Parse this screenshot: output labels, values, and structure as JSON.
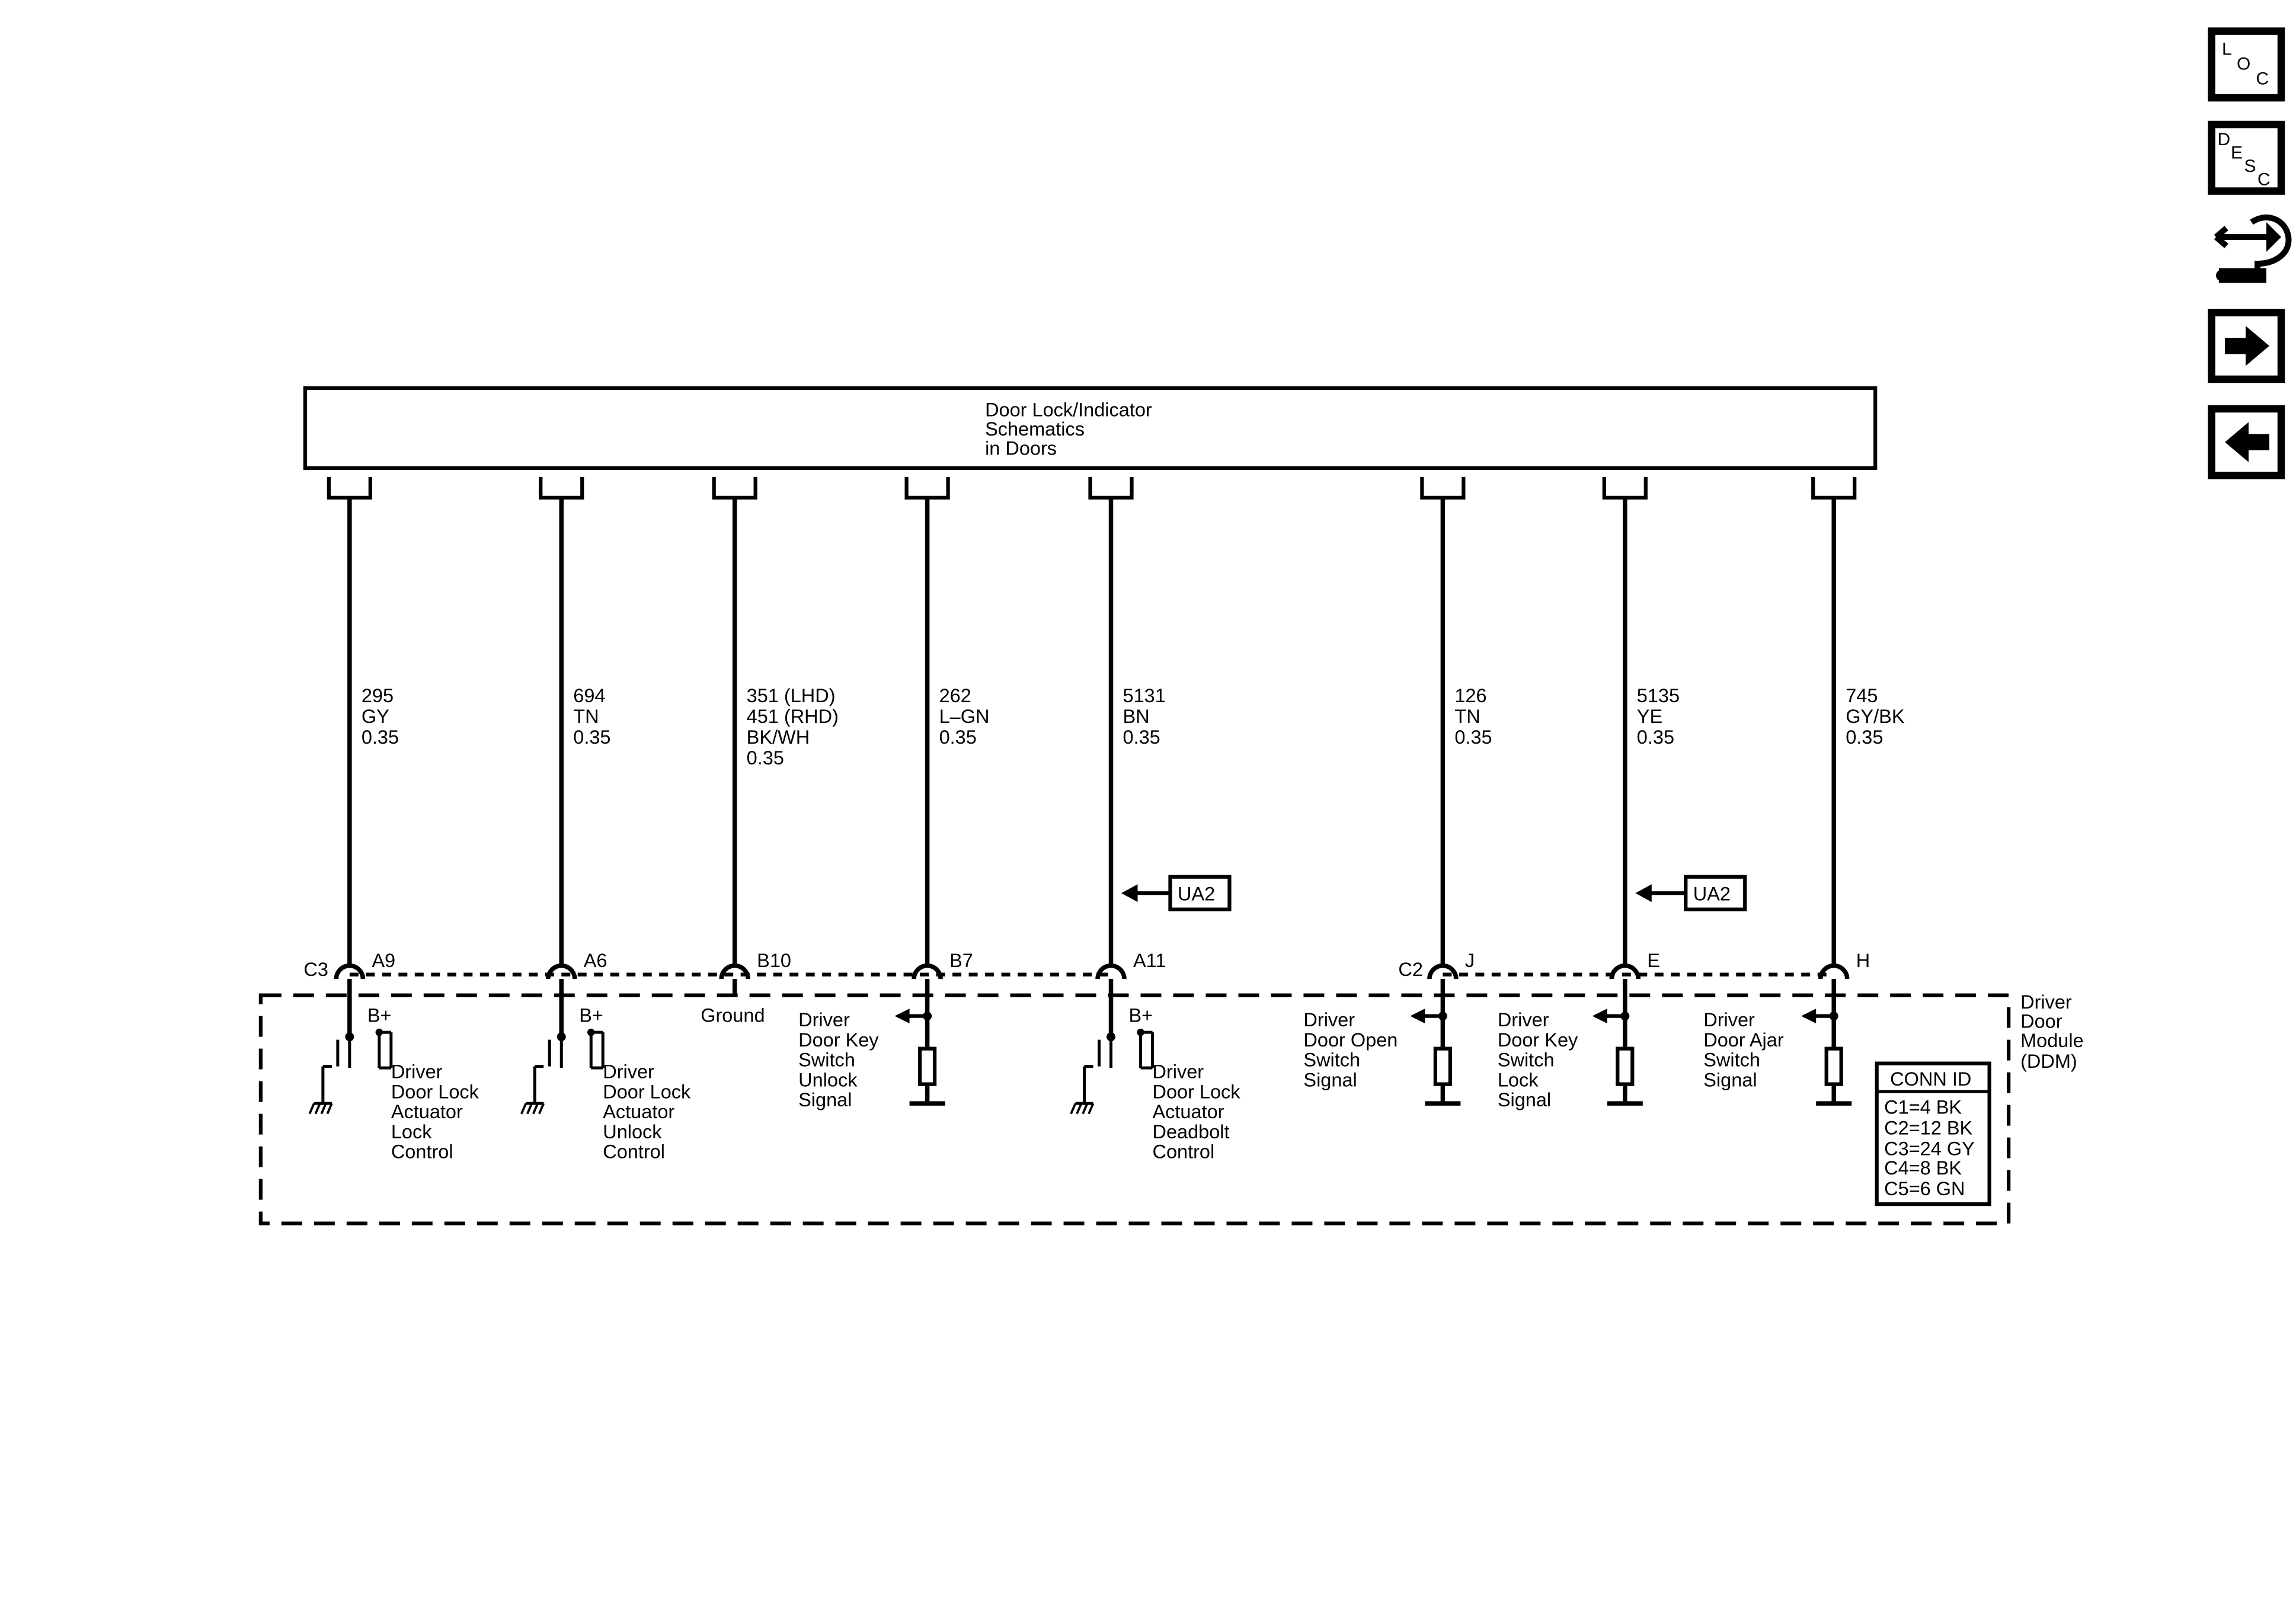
{
  "header_box": {
    "lines": [
      "Door Lock/Indicator",
      "Schematics",
      "in Doors"
    ]
  },
  "wires": [
    {
      "circuit": "295",
      "color": "GY",
      "gauge": "0.35",
      "pin": "A9"
    },
    {
      "circuit": "694",
      "color": "TN",
      "gauge": "0.35",
      "pin": "A6"
    },
    {
      "circuit": "351 (LHD)",
      "circuit_alt": "451 (RHD)",
      "color": "BK/WH",
      "gauge": "0.35",
      "pin": "B10"
    },
    {
      "circuit": "262",
      "color": "L–GN",
      "gauge": "0.35",
      "pin": "B7"
    },
    {
      "circuit": "5131",
      "color": "BN",
      "gauge": "0.35",
      "pin": "A11"
    },
    {
      "circuit": "126",
      "color": "TN",
      "gauge": "0.35",
      "pin": "J"
    },
    {
      "circuit": "5135",
      "color": "YE",
      "gauge": "0.35",
      "pin": "E"
    },
    {
      "circuit": "745",
      "color": "GY/BK",
      "gauge": "0.35",
      "pin": "H"
    }
  ],
  "connectors": {
    "left": "C3",
    "right": "C2"
  },
  "ua2_label": "UA2",
  "bplus_label": "B+",
  "ground_label": "Ground",
  "functions": [
    [
      "Driver",
      "Door Lock",
      "Actuator",
      "Lock",
      "Control"
    ],
    [
      "Driver",
      "Door Lock",
      "Actuator",
      "Unlock",
      "Control"
    ],
    [
      "Driver",
      "Door Key",
      "Switch",
      "Unlock",
      "Signal"
    ],
    [
      "Driver",
      "Door Lock",
      "Actuator",
      "Deadbolt",
      "Control"
    ],
    [
      "Driver",
      "Door Open",
      "Switch",
      "Signal"
    ],
    [
      "Driver",
      "Door Key",
      "Switch",
      "Lock",
      "Signal"
    ],
    [
      "Driver",
      "Door Ajar",
      "Switch",
      "Signal"
    ]
  ],
  "module_name": [
    "Driver",
    "Door",
    "Module",
    "(DDM)"
  ],
  "conn_id": {
    "title": "CONN ID",
    "entries": [
      "C1=4 BK",
      "C2=12 BK",
      "C3=24 GY",
      "C4=8 BK",
      "C5=6 GN"
    ]
  },
  "nav": {
    "loc_letters": [
      "L",
      "O",
      "C"
    ],
    "desc_letters": [
      "D",
      "E",
      "S",
      "C"
    ],
    "icons": [
      "loc-icon",
      "desc-icon",
      "component-connector-icon",
      "next-arrow-icon",
      "previous-arrow-icon"
    ]
  }
}
